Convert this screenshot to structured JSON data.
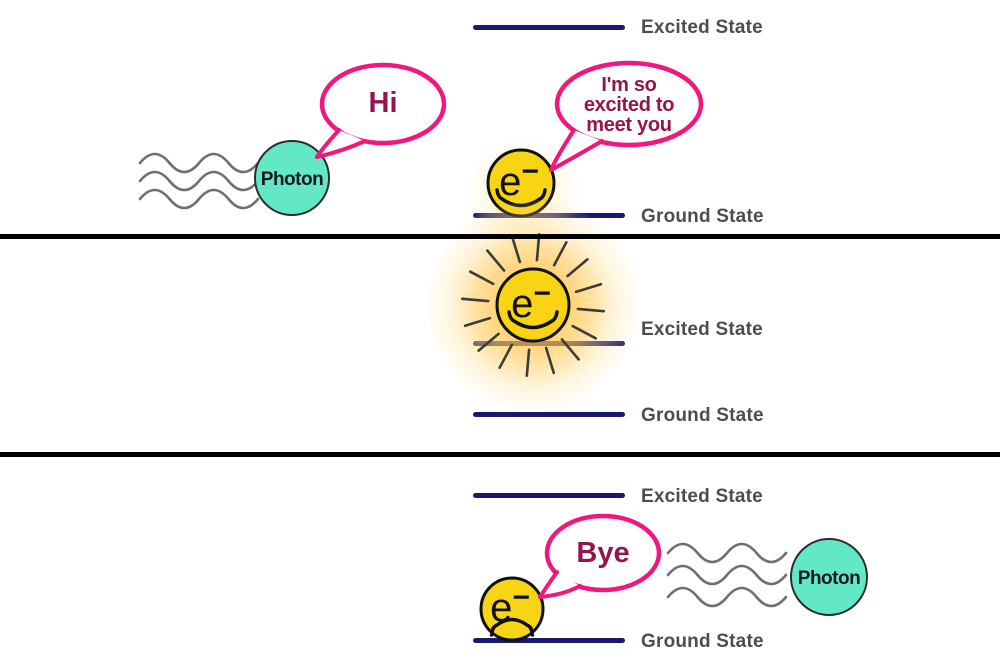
{
  "colors": {
    "level_line": "#191970",
    "divider": "#000000",
    "state_label": "#4d4d4d",
    "photon_fill": "#62e8c7",
    "electron_fill": "#f8d414",
    "bubble_stroke": "#f0187c",
    "speech_text": "#94154d",
    "wave": "#6f6f6f",
    "ray": "#3c3c3c"
  },
  "panels": [
    {
      "excited_label": "Excited State",
      "ground_label": "Ground State",
      "photon": {
        "label": "Photon",
        "speech": "Hi"
      },
      "electron": {
        "symbol": "e",
        "superscript": "−",
        "speech_lines": [
          "I'm so",
          "excited to",
          "meet you"
        ]
      }
    },
    {
      "excited_label": "Excited State",
      "ground_label": "Ground State",
      "electron": {
        "symbol": "e",
        "superscript": "−"
      }
    },
    {
      "excited_label": "Excited State",
      "ground_label": "Ground State",
      "photon": {
        "label": "Photon",
        "speech": "Bye"
      },
      "electron": {
        "symbol": "e",
        "superscript": "−"
      }
    }
  ]
}
